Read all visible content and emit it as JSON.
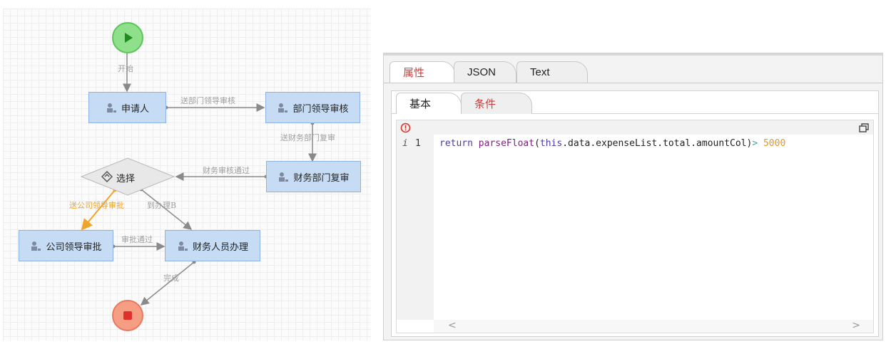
{
  "workflow": {
    "nodes": {
      "applicant": "申请人",
      "dept_review": "部门领导审核",
      "finance_recheck": "财务部门复审",
      "choice": "选择",
      "company_approval": "公司领导审批",
      "finance_staff": "财务人员办理"
    },
    "edge_labels": {
      "start": "开始",
      "to_dept": "送部门领导审核",
      "to_finance": "送财务部门复审",
      "finance_pass": "财务审核通过",
      "to_company": "送公司领导审批",
      "to_staff": "到办理B",
      "approve_pass": "审批通过",
      "complete": "完成"
    },
    "colors": {
      "node_fill": "#c6dcf5",
      "start_fill": "#8fe08a",
      "stop_fill": "#f59e83",
      "highlight_edge": "#f0a42a"
    }
  },
  "panel": {
    "tabs": [
      "属性",
      "JSON",
      "Text"
    ],
    "active_tab": "属性",
    "subtabs": [
      "基本",
      "条件"
    ],
    "active_subtab": "基本",
    "editor": {
      "line_marker": "i",
      "line_number": "1",
      "code": {
        "kw_return": "return",
        "fn": "parseFloat",
        "open": "(",
        "kw_this": "this",
        "path": ".data.expenseList.total.amountCol",
        "close": ")",
        "op": ">",
        "num": "5000"
      },
      "scroll_left": "<",
      "scroll_right": ">"
    }
  }
}
